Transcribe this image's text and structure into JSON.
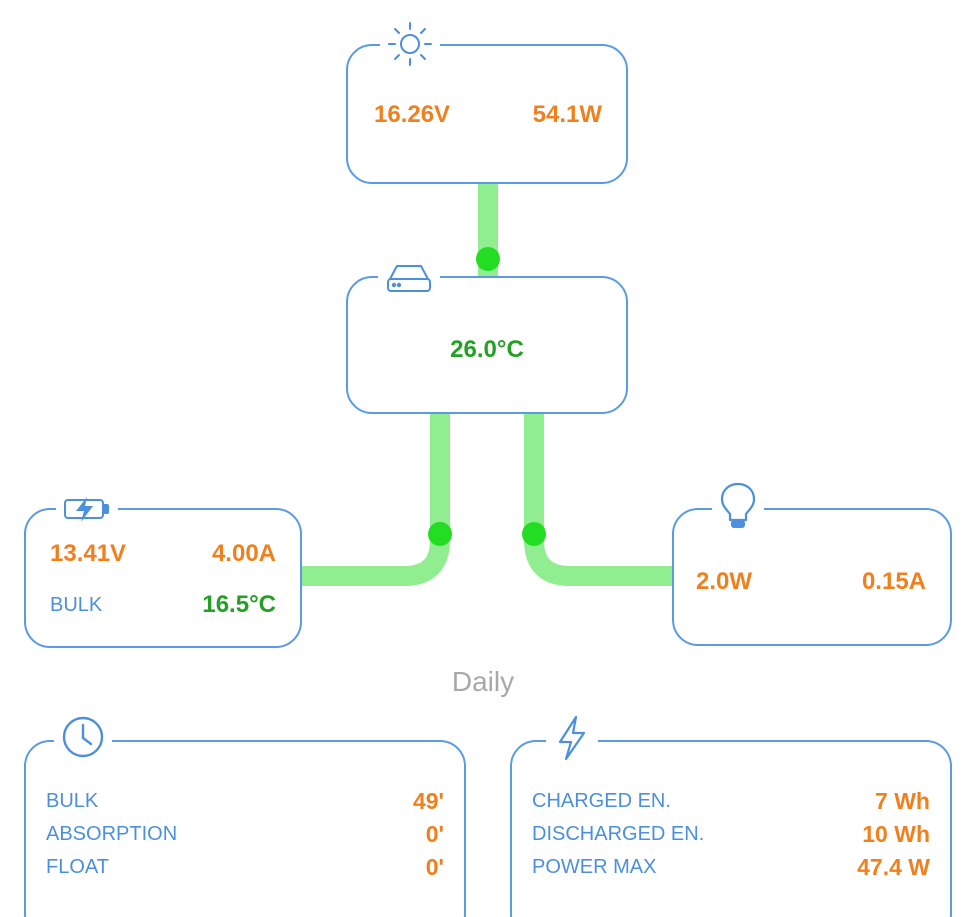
{
  "solar": {
    "icon": "sun-icon",
    "voltage": "16.26V",
    "power": "54.1W"
  },
  "controller": {
    "icon": "device-icon",
    "temperature": "26.0°C"
  },
  "battery": {
    "icon": "battery-charging-icon",
    "voltage": "13.41V",
    "current": "4.00A",
    "state": "BULK",
    "temperature": "16.5°C"
  },
  "load": {
    "icon": "lightbulb-icon",
    "power": "2.0W",
    "current": "0.15A"
  },
  "daily": {
    "heading": "Daily",
    "time": {
      "icon": "clock-icon",
      "rows": [
        {
          "label": "BULK",
          "value": "49'"
        },
        {
          "label": "ABSORPTION",
          "value": "0'"
        },
        {
          "label": "FLOAT",
          "value": "0'"
        }
      ]
    },
    "energy": {
      "icon": "lightning-icon",
      "rows": [
        {
          "label": "CHARGED EN.",
          "value": "7 Wh"
        },
        {
          "label": "DISCHARGED EN.",
          "value": "10 Wh"
        },
        {
          "label": "POWER MAX",
          "value": "47.4 W"
        }
      ]
    }
  },
  "colors": {
    "accent_blue": "#5a9be4",
    "value_orange": "#f0801e",
    "temp_green": "#24a124",
    "flow_green": "#90ee90",
    "flow_dot": "#22dd22"
  }
}
